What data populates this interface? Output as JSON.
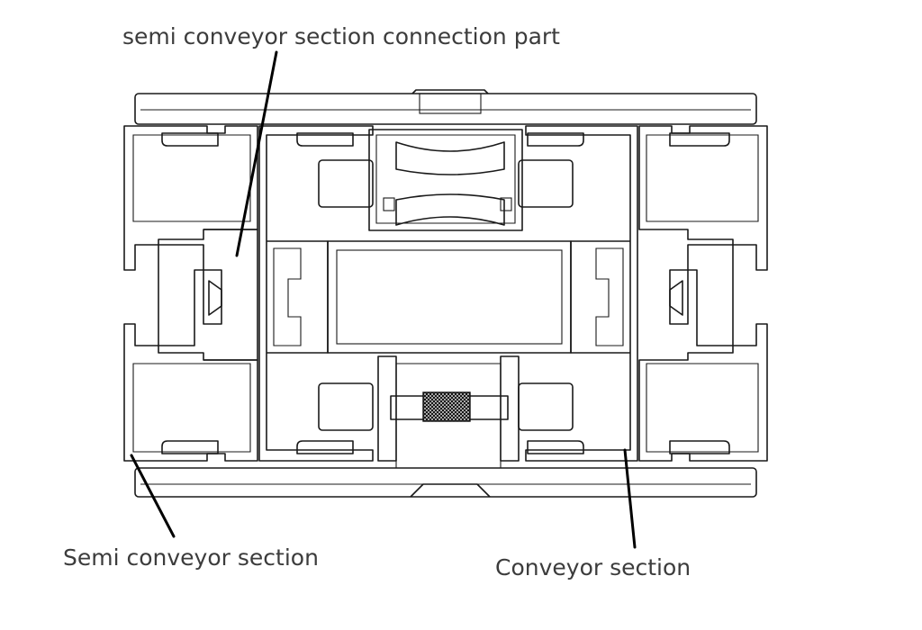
{
  "labels": {
    "connection_part": "semi conveyor section connection part",
    "semi_conveyor_section": "Semi conveyor section",
    "conveyor_section": "Conveyor section"
  },
  "colors": {
    "line": "#1a1a1a",
    "text": "#3c3c3c",
    "background": "#ffffff"
  }
}
